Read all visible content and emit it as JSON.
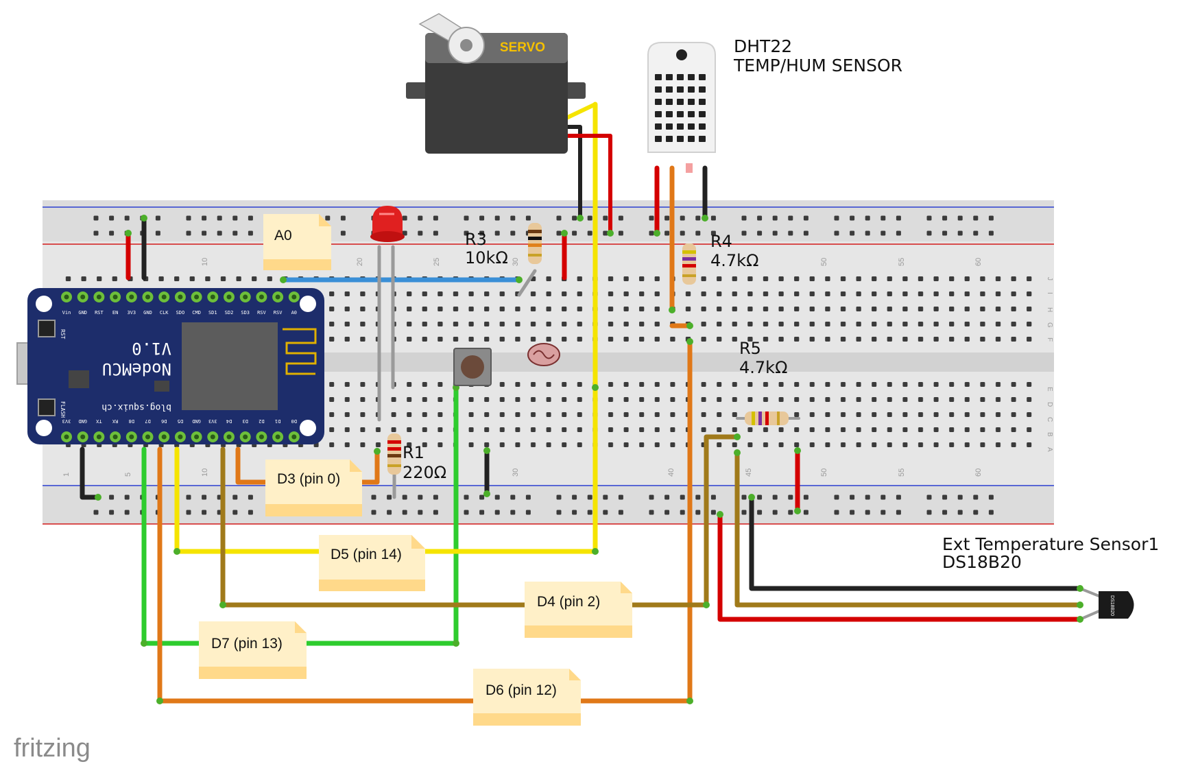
{
  "app": {
    "brand": "fritzing"
  },
  "breadboard": {
    "column_ticks_top": [
      "10",
      "20",
      "25",
      "30",
      "50",
      "55",
      "60"
    ],
    "column_ticks_bottom": [
      "1",
      "5",
      "10",
      "30",
      "40",
      "45",
      "50",
      "55",
      "60"
    ],
    "row_letters_right": [
      "J",
      "I",
      "H",
      "G",
      "F",
      "E",
      "D",
      "C",
      "B",
      "A"
    ]
  },
  "nodemcu": {
    "title": "NodeMCU",
    "version": "V1.0",
    "url": "blog.squix.ch",
    "btn_rst": "RST",
    "btn_flash": "FLASH",
    "top_pins": [
      "Vin",
      "GND",
      "RST",
      "EN",
      "3V3",
      "GND",
      "CLK",
      "SDO",
      "CMD",
      "SD1",
      "SD2",
      "SD3",
      "RSV",
      "RSV",
      "A0"
    ],
    "bottom_pins": [
      "3V3",
      "GND",
      "TX",
      "RX",
      "D8",
      "D7",
      "D6",
      "D5",
      "GND",
      "3V3",
      "D4",
      "D3",
      "D2",
      "D1",
      "D0"
    ]
  },
  "servo": {
    "label": "SERVO"
  },
  "dht22": {
    "line1": "DHT22",
    "line2": "TEMP/HUM SENSOR"
  },
  "ds18b20": {
    "line1": "Ext Temperature Sensor1",
    "line2": "DS18B20",
    "body_text": "DS18B20"
  },
  "resistors": {
    "r1": {
      "name": "R1",
      "value": "220Ω"
    },
    "r3": {
      "name": "R3",
      "value": "10kΩ"
    },
    "r4": {
      "name": "R4",
      "value": "4.7kΩ"
    },
    "r5": {
      "name": "R5",
      "value": "4.7kΩ"
    }
  },
  "notes": {
    "a0": "A0",
    "d3": "D3 (pin 0)",
    "d5": "D5 (pin 14)",
    "d4": "D4 (pin 2)",
    "d7": "D7 (pin 13)",
    "d6": "D6 (pin 12)"
  },
  "colors": {
    "wire_red": "#d40000",
    "wire_black": "#222222",
    "wire_yellow": "#f5e400",
    "wire_blue": "#3a8fd6",
    "wire_green": "#2ecc2e",
    "wire_orange": "#e07818",
    "wire_olive": "#a07a1a",
    "board_blue": "#1d2d6b",
    "note_fill": "#fff0c8",
    "note_band": "#ffd98a"
  }
}
